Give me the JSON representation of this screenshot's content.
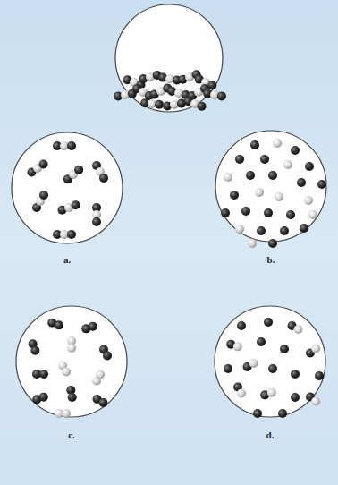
{
  "diagram": {
    "labels": [
      "a.",
      "b.",
      "c.",
      "d."
    ]
  }
}
